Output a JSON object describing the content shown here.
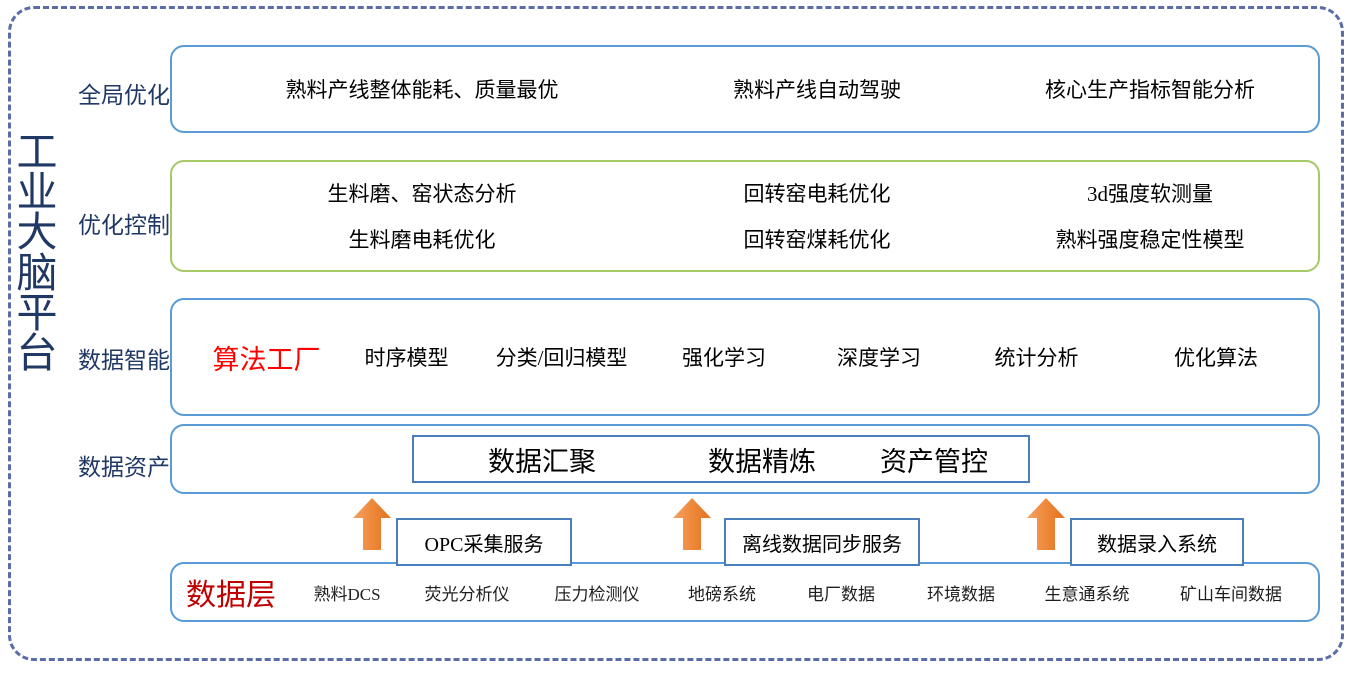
{
  "platform": {
    "vertical_title": "工业大脑平台",
    "title_chars": [
      "工",
      "业",
      "大",
      "脑",
      "平",
      "台"
    ]
  },
  "colors": {
    "frame_dashed": "#5b6ca8",
    "panel_border_blue": "#5b9bd5",
    "panel_border_green": "#a6c965",
    "box_border_blue": "#4a7ebb",
    "label_navy": "#1f3864",
    "arrow_orange": "#ed7d31",
    "highlight_red": "#ff0000",
    "data_layer_red": "#c00000"
  },
  "rows": [
    {
      "label": "全局优化",
      "border": "blue",
      "lines": [
        [
          "熟料产线整体能耗、质量最优",
          "熟料产线自动驾驶",
          "核心生产指标智能分析"
        ]
      ]
    },
    {
      "label": "优化控制",
      "border": "green",
      "lines": [
        [
          "生料磨、窑状态分析",
          "回转窑电耗优化",
          "3d强度软测量"
        ],
        [
          "生料磨电耗优化",
          "回转窑煤耗优化",
          "熟料强度稳定性模型"
        ]
      ]
    },
    {
      "label": "数据智能",
      "border": "blue",
      "lines": [
        [
          "算法工厂",
          "时序模型",
          "分类/回归模型",
          "强化学习",
          "深度学习",
          "统计分析",
          "优化算法"
        ]
      ],
      "highlight": "算法工厂"
    },
    {
      "label": "数据资产",
      "border": "blue",
      "inner_box": [
        "数据汇聚",
        "数据精炼",
        "资产管控"
      ]
    }
  ],
  "services": [
    {
      "label": "OPC采集服务"
    },
    {
      "label": "离线数据同步服务"
    },
    {
      "label": "数据录入系统"
    }
  ],
  "arrows": [
    {
      "name": "arrow-opc"
    },
    {
      "name": "arrow-offline-sync"
    },
    {
      "name": "arrow-data-entry"
    }
  ],
  "data_layer": {
    "title": "数据层",
    "sources": [
      "熟料DCS",
      "荧光分析仪",
      "压力检测仪",
      "地磅系统",
      "电厂数据",
      "环境数据",
      "生意通系统",
      "矿山车间数据"
    ]
  }
}
